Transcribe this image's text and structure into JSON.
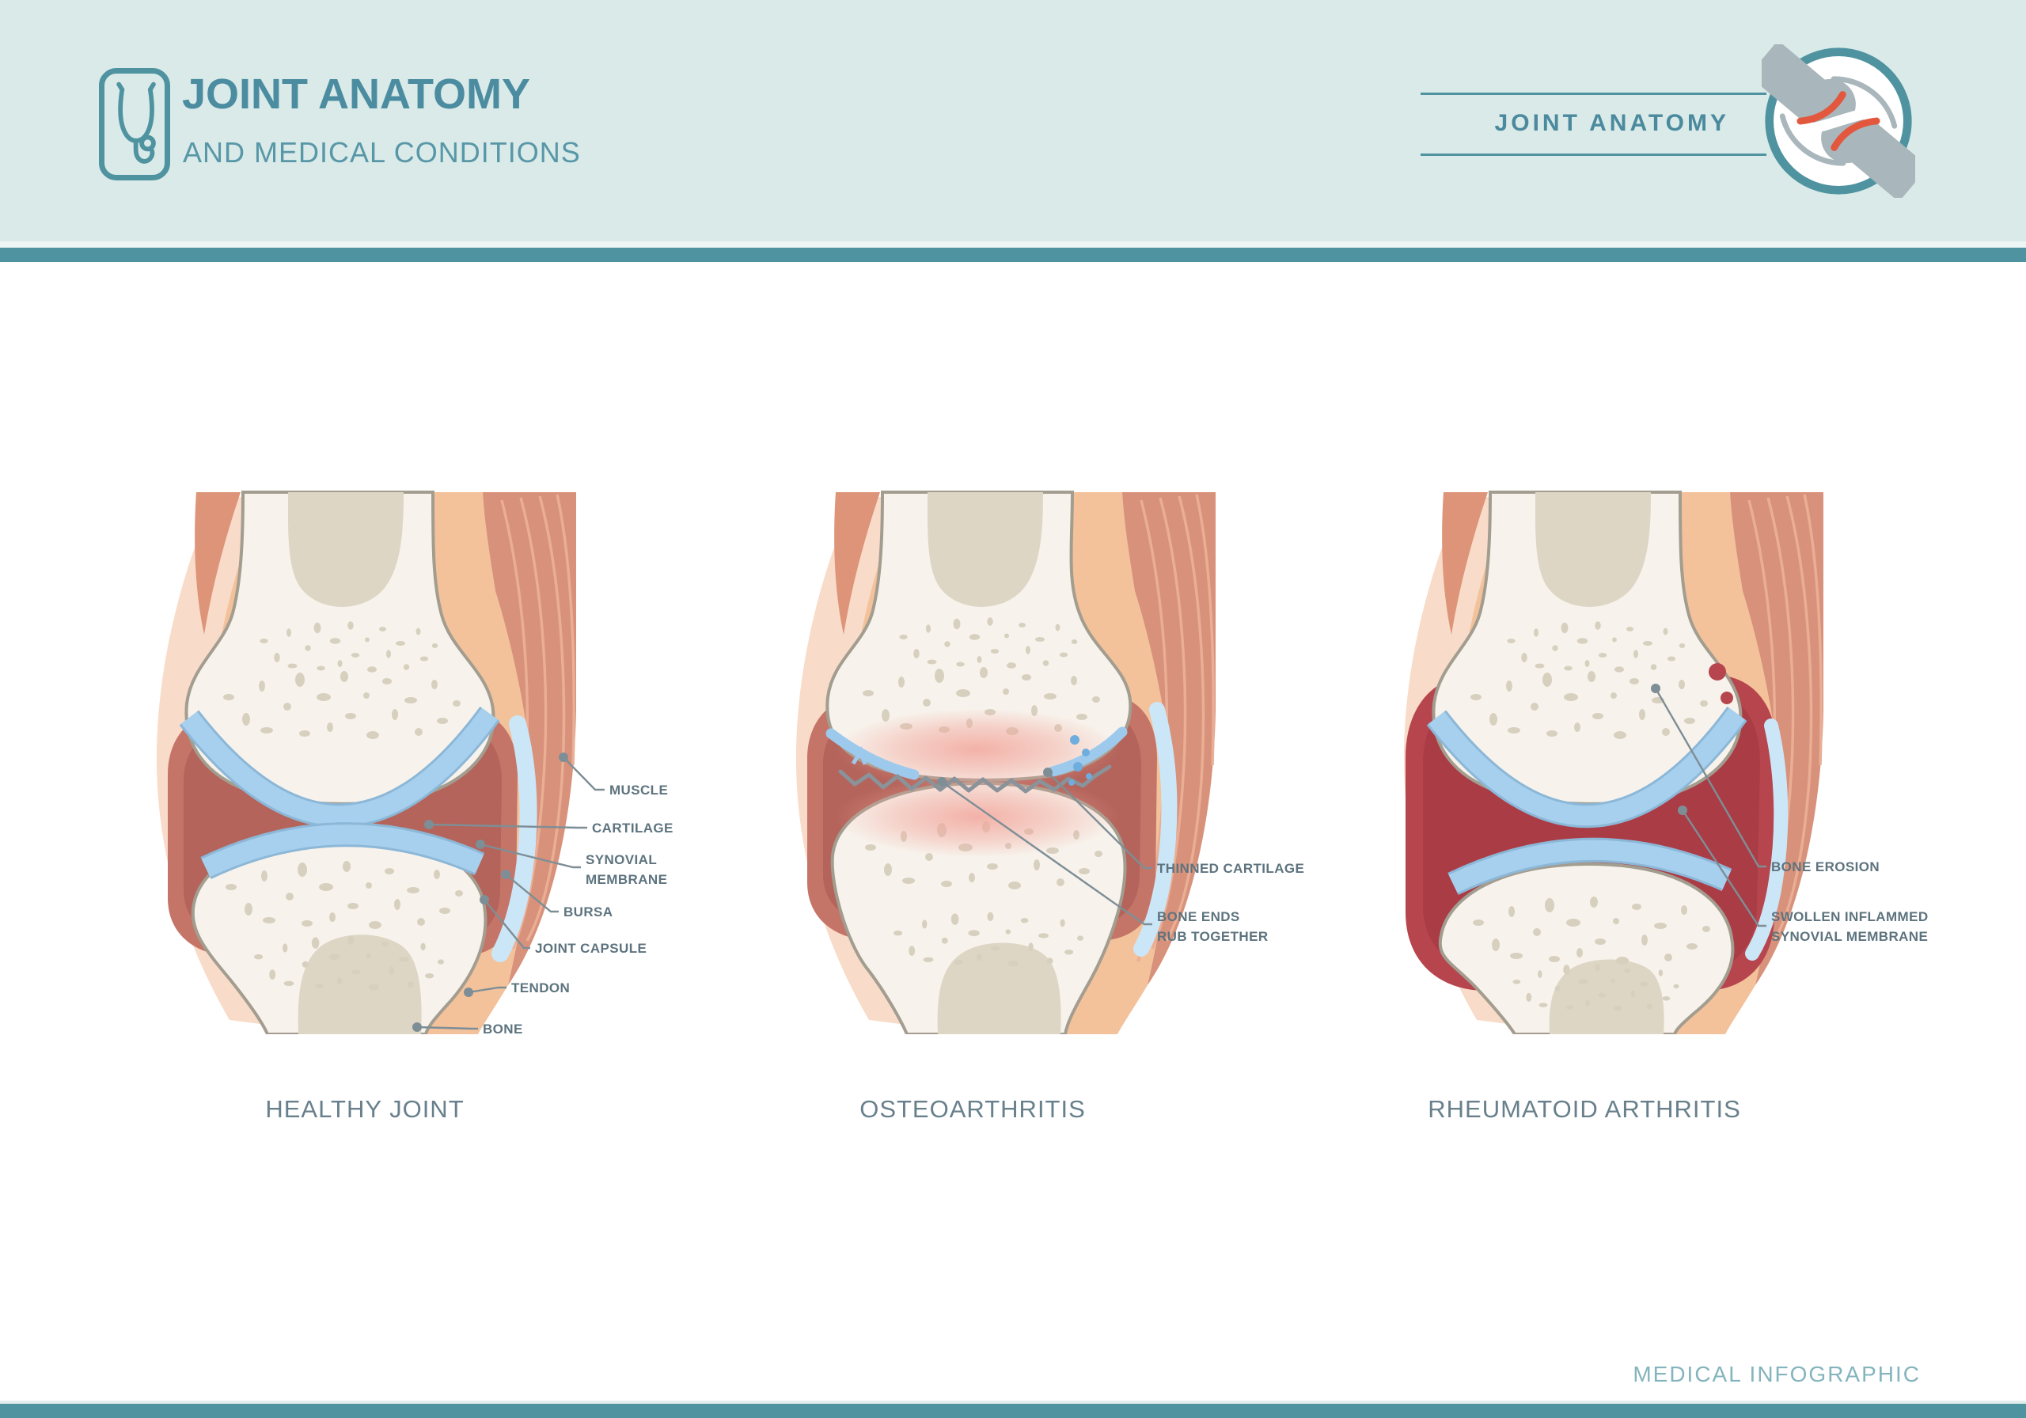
{
  "header": {
    "title": "JOINT ANATOMY",
    "subtitle": "AND MEDICAL CONDITIONS",
    "badge": {
      "label": "JOINT ANATOMY"
    }
  },
  "footer": {
    "credit": "MEDICAL INFOGRAPHIC"
  },
  "diagrams": [
    {
      "caption": "HEALTHY JOINT",
      "labels": [
        {
          "lines": [
            "MUSCLE"
          ]
        },
        {
          "lines": [
            "CARTILAGE"
          ]
        },
        {
          "lines": [
            "SYNOVIAL",
            "MEMBRANE"
          ]
        },
        {
          "lines": [
            "BURSA"
          ]
        },
        {
          "lines": [
            "JOINT CAPSULE"
          ]
        },
        {
          "lines": [
            "TENDON"
          ]
        },
        {
          "lines": [
            "BONE"
          ]
        }
      ]
    },
    {
      "caption": "OSTEOARTHRITIS",
      "labels": [
        {
          "lines": [
            "THINNED CARTILAGE"
          ]
        },
        {
          "lines": [
            "BONE ENDS",
            "RUB TOGETHER"
          ]
        }
      ]
    },
    {
      "caption": "RHEUMATOID ARTHRITIS",
      "labels": [
        {
          "lines": [
            "BONE EROSION"
          ]
        },
        {
          "lines": [
            "SWOLLEN INFLAMMED",
            "SYNOVIAL MEMBRANE"
          ]
        }
      ]
    }
  ],
  "colors": {
    "accent_teal": "#4f93a0",
    "header_bg": "#d9eae8",
    "label_text": "#5d737e",
    "caption_text": "#68808c",
    "bone": "#f7f3ec",
    "bone_outline": "#a39d90",
    "cartilage_blue": "#a6d0ee",
    "synovial_mauve": "#c47568",
    "inflamed_red": "#b6454e",
    "muscle_salmon": "#d8917a",
    "skin_peach": "#f3c29b",
    "bursa_blue": "#cbe6f7",
    "joint_icon_orange": "#e2573d",
    "joint_icon_gray": "#a9b6bb"
  }
}
